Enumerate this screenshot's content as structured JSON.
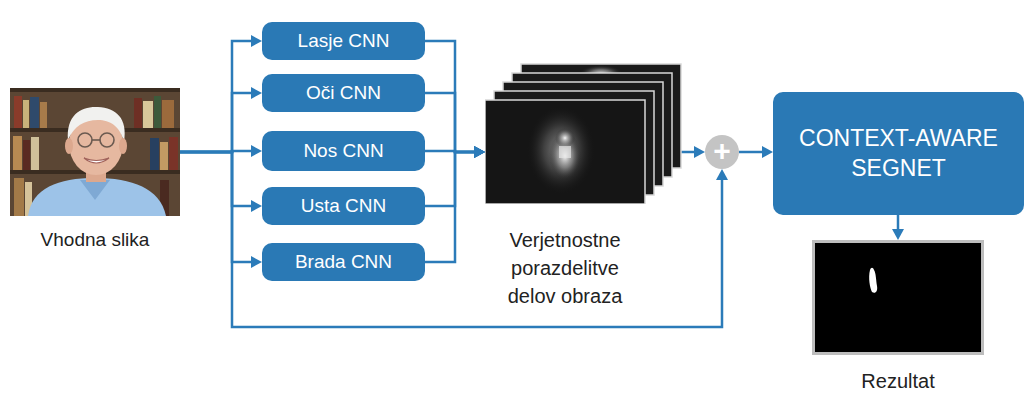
{
  "diagram": {
    "nodes": [
      {
        "text": [
          "Vhodna slika"
        ]
      },
      {
        "text": [
          "Lasje CNN"
        ]
      },
      {
        "text": [
          "Oči CNN"
        ]
      },
      {
        "text": [
          "Nos CNN"
        ]
      },
      {
        "text": [
          "Usta CNN"
        ]
      },
      {
        "text": [
          "Brada CNN"
        ]
      },
      {
        "text": [
          "Verjetnostne porazdelitve delov obraza"
        ]
      },
      {
        "text": [
          "+"
        ]
      },
      {
        "text": [
          "CONTEXT-AWARE SEGNET"
        ]
      },
      {
        "text": [
          "Rezultat"
        ]
      }
    ],
    "edges": [
      {
        "from": 0,
        "to": 1,
        "arrow": "to"
      },
      {
        "from": 0,
        "to": 2,
        "arrow": "to"
      },
      {
        "from": 0,
        "to": 3,
        "arrow": "to"
      },
      {
        "from": 0,
        "to": 4,
        "arrow": "to"
      },
      {
        "from": 0,
        "to": 5,
        "arrow": "to"
      },
      {
        "from": 1,
        "to": 6,
        "arrow": "to"
      },
      {
        "from": 2,
        "to": 6,
        "arrow": "to"
      },
      {
        "from": 3,
        "to": 6,
        "arrow": "to"
      },
      {
        "from": 4,
        "to": 6,
        "arrow": "to"
      },
      {
        "from": 5,
        "to": 6,
        "arrow": "to"
      },
      {
        "from": 6,
        "to": 7,
        "arrow": "to"
      },
      {
        "from": 0,
        "to": 7,
        "arrow": "to"
      },
      {
        "from": 7,
        "to": 8,
        "arrow": "to"
      },
      {
        "from": 8,
        "to": 9,
        "arrow": "to"
      }
    ]
  }
}
